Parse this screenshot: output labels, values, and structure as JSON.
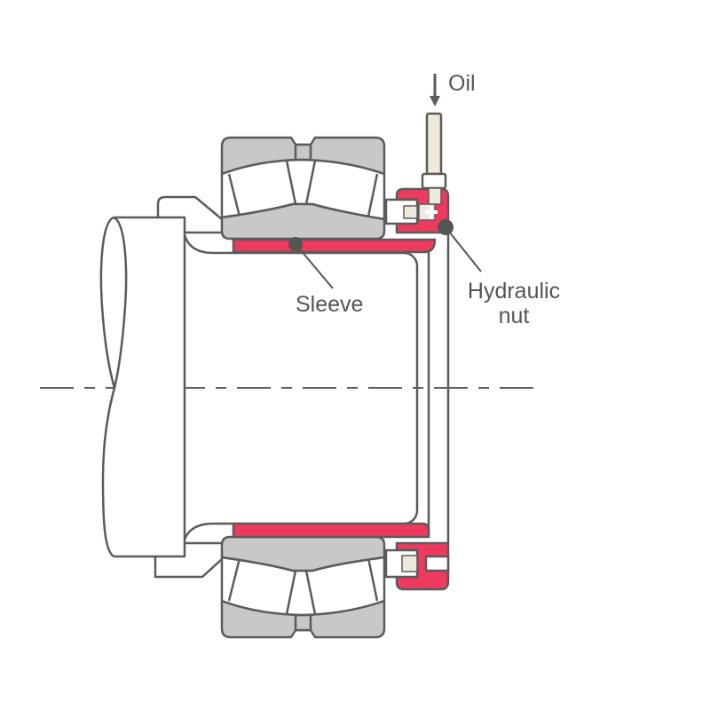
{
  "labels": {
    "oil": "Oil",
    "sleeve": "Sleeve",
    "hydraulic_nut_line1": "Hydraulic",
    "hydraulic_nut_line2": "nut"
  },
  "colors": {
    "sleeve_nut": "#ee3a5e",
    "bearing": "#c8c8c8",
    "outline": "#5b5b5b",
    "oil_rod": "#eeeadb",
    "marker": "#555555"
  },
  "icons": {
    "oil_arrow": "arrow-down-icon"
  }
}
